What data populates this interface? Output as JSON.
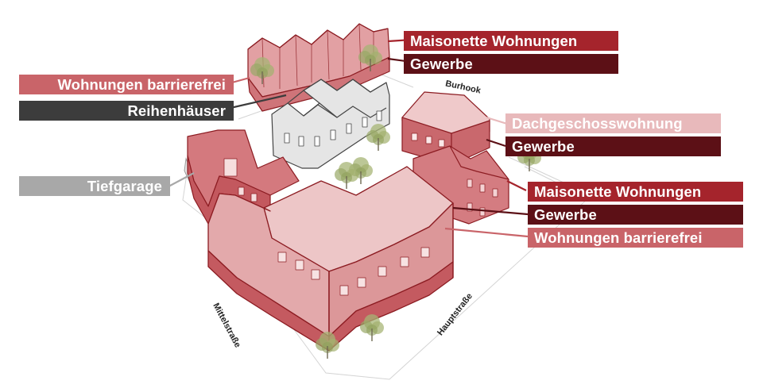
{
  "labels": {
    "maisonette_top": "Maisonette Wohnungen",
    "gewerbe_top": "Gewerbe",
    "wohnungen_barrierefrei_left": "Wohnungen barrierefrei",
    "reihenhaeuser": "Reihenhäuser",
    "dachgeschoss": "Dachgeschosswohnung",
    "gewerbe_burhook": "Gewerbe",
    "tiefgarage": "Tiefgarage",
    "maisonette_right": "Maisonette Wohnungen",
    "gewerbe_right": "Gewerbe",
    "wohnungen_barrierefrei_right": "Wohnungen barrierefrei"
  },
  "streets": {
    "burhook": "Burhook",
    "mittelstrasse": "Mittelstraße",
    "hauptstrasse": "Hauptstraße"
  },
  "colors": {
    "maisonette": "#a5242c",
    "gewerbe": "#5c1016",
    "barrierefrei": "#c96469",
    "dachgeschoss": "#e8b9bb",
    "reihenhaeuser": "#3c3c3c",
    "tiefgarage": "#a8a8a8",
    "building_fill": "#d98a8e",
    "building_fill_light": "#ecc2c3",
    "building_stroke": "#8c1c22",
    "tree": "#9aa86a"
  }
}
